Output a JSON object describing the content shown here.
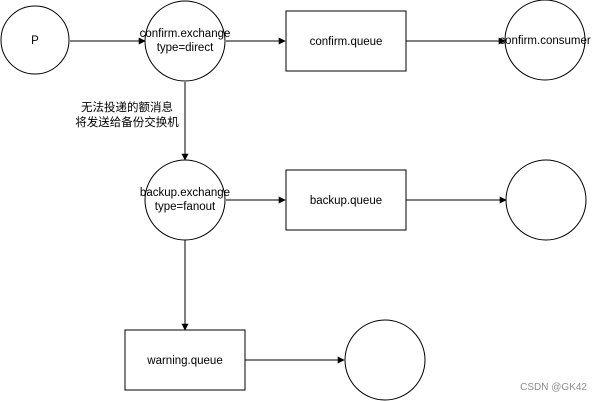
{
  "nodes": {
    "producer": {
      "label": "P"
    },
    "confirm_exchange": {
      "line1": "confirm.exchange",
      "line2": "type=direct"
    },
    "confirm_queue": {
      "label": "confirm.queue"
    },
    "confirm_consumer": {
      "label": "confirm.consumer"
    },
    "backup_exchange": {
      "line1": "backup.exchange",
      "line2": "type=fanout"
    },
    "backup_queue": {
      "label": "backup.queue"
    },
    "backup_consumer": {
      "label": ""
    },
    "warning_queue": {
      "label": "warning.queue"
    },
    "warning_consumer": {
      "label": ""
    }
  },
  "annotations": {
    "unroutable_line1": "无法投递的额消息",
    "unroutable_line2": "将发送给备份交换机"
  },
  "watermark": "CSDN @GK42",
  "colors": {
    "stroke": "#000000",
    "fill": "#ffffff",
    "watermark": "#8c8c8c"
  }
}
